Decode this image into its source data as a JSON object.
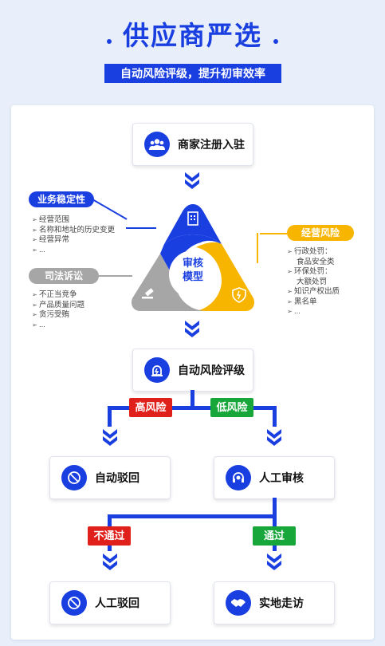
{
  "header": {
    "title": "供应商严选",
    "subtitle": "自动风险评级，提升初审效率"
  },
  "nodes": {
    "register": "商家注册入驻",
    "model": "审核\n模型",
    "rating": "自动风险评级",
    "auto_reject": "自动驳回",
    "manual_review": "人工审核",
    "manual_reject": "人工驳回",
    "site_visit": "实地走访"
  },
  "branches": {
    "high": "高风险",
    "low": "低风险",
    "fail": "不通过",
    "pass": "通过"
  },
  "business": {
    "label": "业务稳定性",
    "items": [
      "经营范围",
      "名称和地址的历史变更",
      "经营异常",
      "..."
    ]
  },
  "legal": {
    "label": "司法诉讼",
    "items": [
      "不正当竞争",
      "产品质量问题",
      "贪污受贿",
      "..."
    ]
  },
  "operation": {
    "label": "经营风险",
    "items": [
      {
        "text": "行政处罚：",
        "sub": "食品安全类"
      },
      {
        "text": "环保处罚：",
        "sub": "大额处罚"
      },
      {
        "text": "知识产权出质",
        "sub": ""
      },
      {
        "text": "黑名单",
        "sub": ""
      },
      {
        "text": "...",
        "sub": ""
      }
    ]
  },
  "colors": {
    "blue": "#1a3fe0",
    "yellow": "#f7b500",
    "gray": "#a6a6a6",
    "red": "#e0201b",
    "green": "#16a63a"
  }
}
